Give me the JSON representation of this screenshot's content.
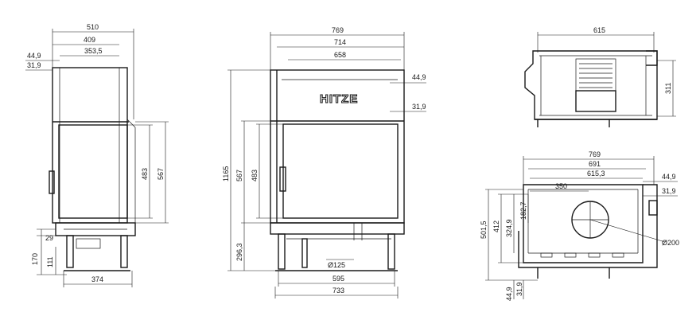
{
  "brand": "HITZE",
  "views": {
    "side": {
      "dims": [
        "510",
        "409",
        "353,5",
        "44,9",
        "31,9",
        "483",
        "567",
        "29",
        "170",
        "111",
        "374"
      ]
    },
    "front": {
      "dims": [
        "769",
        "714",
        "658",
        "44,9",
        "31,9",
        "1165",
        "567",
        "483",
        "296,3",
        "Ø125",
        "595",
        "733"
      ]
    },
    "top": {
      "dims": [
        "615",
        "311"
      ]
    },
    "plan": {
      "dims": [
        "769",
        "691",
        "615,3",
        "350",
        "44,9",
        "31,9",
        "501,5",
        "412",
        "324,9",
        "182,7",
        "Ø200",
        "44,9",
        "31,9"
      ]
    }
  }
}
